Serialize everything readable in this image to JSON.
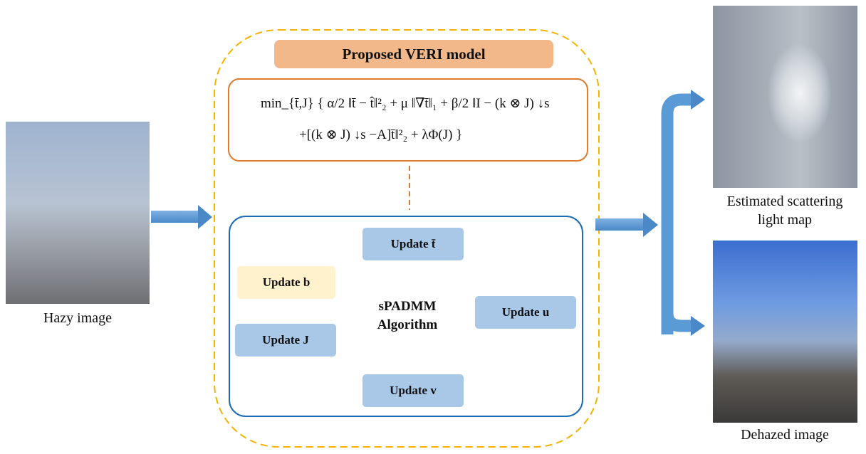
{
  "left": {
    "caption": "Hazy image"
  },
  "model": {
    "title": "Proposed VERI model",
    "equation_line1": "min_{t̄,J} { α/2 ‖t̄ − t̂‖²₂ + μ ‖∇t̄‖₁ + β/2 ‖I − (k ⊗ J) ↓s",
    "equation_line2": "+[(k ⊗ J) ↓s −A]t̄‖²₂ + λΦ(J) }"
  },
  "algorithm": {
    "label_line1": "sPADMM",
    "label_line2": "Algorithm",
    "steps": {
      "t": "Update t̄",
      "u": "Update u",
      "v": "Update v",
      "J": "Update J",
      "b": "Update b"
    }
  },
  "right": {
    "scatter_caption_line1": "Estimated scattering",
    "scatter_caption_line2": "light map",
    "dehazed_caption": "Dehazed image"
  },
  "colors": {
    "arrow_blue": "#5b9bd5",
    "dashed_orange": "#f5b300",
    "equation_border": "#e07a2c",
    "algorithm_border": "#1c6cb5",
    "step_fill": "#a9c7e6",
    "b_step_fill": "#fff2cc",
    "title_fill": "#f3b889"
  }
}
